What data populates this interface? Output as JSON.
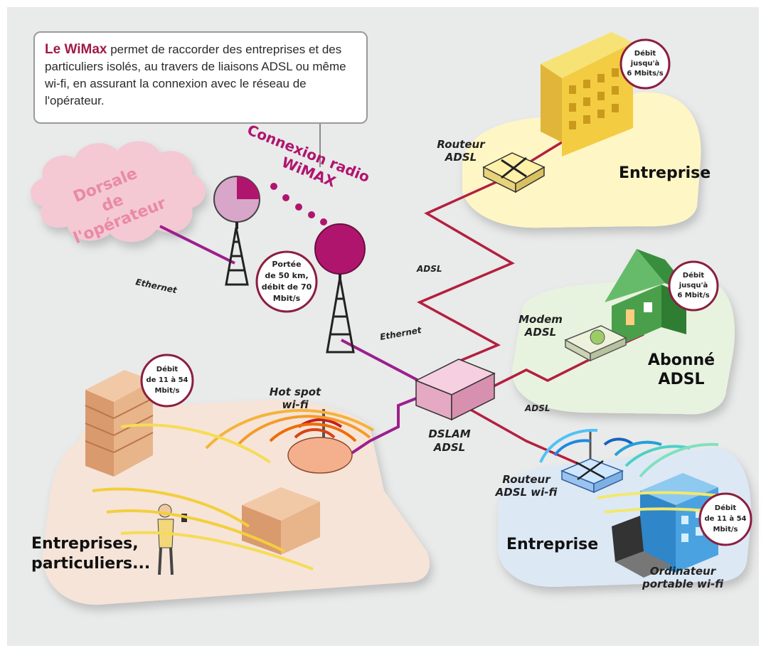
{
  "intro": {
    "highlight": "Le WiMax",
    "text": "permet de raccorder des entreprises et des particuliers isolés, au travers de liaisons ADSL ou même wi-fi, en assurant la connexion avec le réseau de l'opérateur."
  },
  "labels": {
    "cloud": [
      "Dorsale",
      "de",
      "l'opérateur"
    ],
    "radio": [
      "Connexion radio",
      "WiMAX"
    ],
    "ethernet1": "Ethernet",
    "ethernet2": "Ethernet",
    "range": [
      "Portée",
      "de 50 km,",
      "débit de 70",
      "Mbit/s"
    ],
    "adsl_top": "ADSL",
    "adsl_bottom": "ADSL",
    "dslam": [
      "DSLAM",
      "ADSL"
    ],
    "router_top": [
      "Routeur",
      "ADSL"
    ],
    "enterprise_top": "Entreprise",
    "rate_top": [
      "Débit",
      "jusqu'à",
      "6 Mbits/s"
    ],
    "modem": [
      "Modem",
      "ADSL"
    ],
    "subscriber": [
      "Abonné",
      "ADSL"
    ],
    "rate_home": [
      "Débit",
      "jusqu'à",
      "6 Mbit/s"
    ],
    "hotspot": [
      "Hot spot",
      "wi-fi"
    ],
    "rate_left": [
      "Débit",
      "de 11 à 54",
      "Mbit/s"
    ],
    "people": [
      "Entreprises,",
      "particuliers..."
    ],
    "router_wifi": [
      "Routeur",
      "ADSL wi-fi"
    ],
    "enterprise_bottom": "Entreprise",
    "rate_bottom": [
      "Débit",
      "de 11 à 54",
      "Mbit/s"
    ],
    "laptop": [
      "Ordinateur",
      "portable wi-fi"
    ]
  },
  "colors": {
    "background": "#e9eaea",
    "accent": "#a01a46",
    "wimax": "#b0156e",
    "adsl_line": "#b3203f",
    "ethernet_line": "#9c1f8c",
    "cloud": "#f4c9d4",
    "platform_yellow": "#fff6c6",
    "platform_green": "#e8f3df",
    "platform_blue": "#dde8f5",
    "platform_peach": "#f6e4d8"
  }
}
